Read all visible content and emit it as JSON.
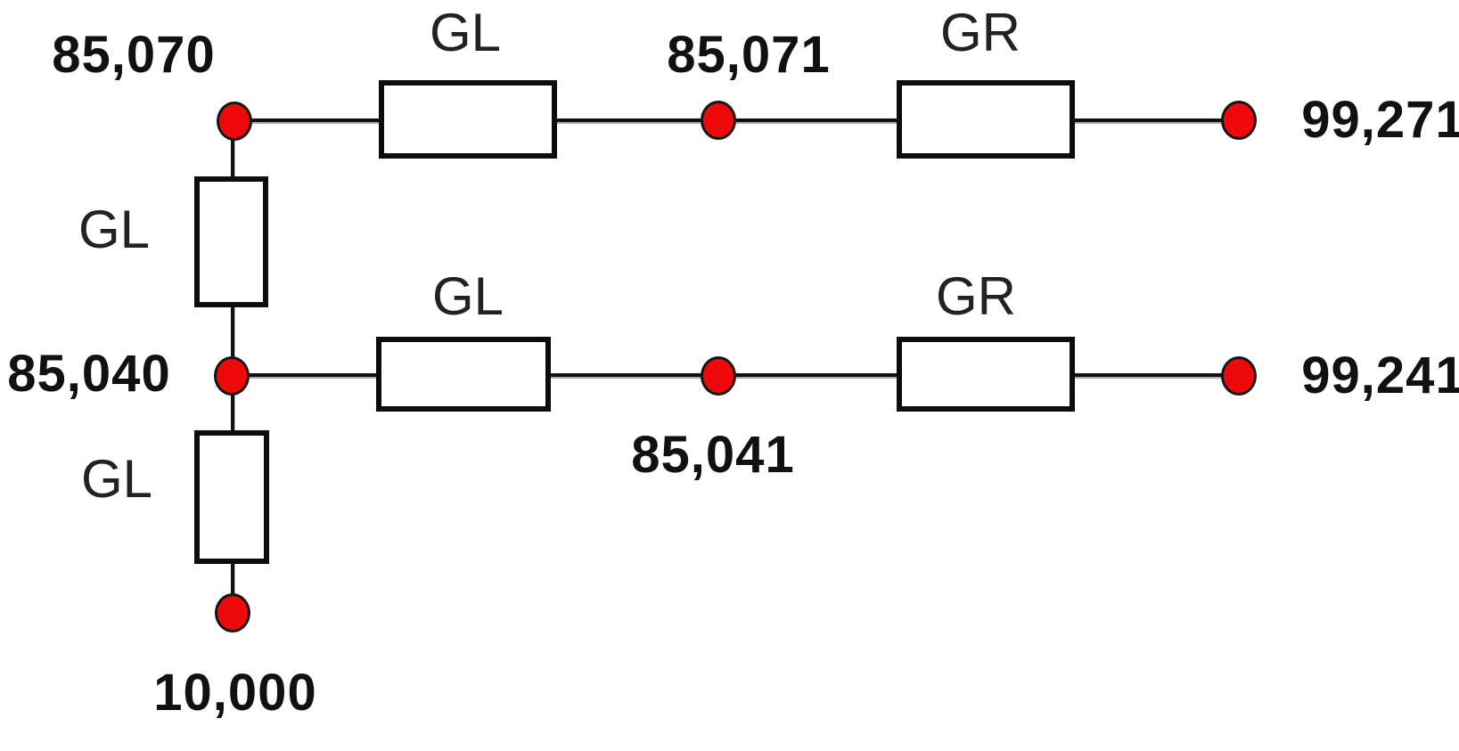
{
  "diagram": {
    "description": "Conductance/resistor ladder network with red connection nodes",
    "colors": {
      "background": "#ffffff",
      "node_fill": "#ee0a0a",
      "node_outline": "#151515",
      "wire": "#101010",
      "box_border": "#0d0d0d",
      "box_fill": "#ffffff",
      "label_text": "#111111"
    },
    "nodes": {
      "n_85070": {
        "label": "85,070"
      },
      "n_85071": {
        "label": "85,071"
      },
      "n_99271": {
        "label": "99,271"
      },
      "n_85040": {
        "label": "85,040"
      },
      "n_85041": {
        "label": "85,041"
      },
      "n_99241": {
        "label": "99,241"
      },
      "n_10000": {
        "label": "10,000"
      }
    },
    "resistors": {
      "top_gl": {
        "label": "GL"
      },
      "top_gr": {
        "label": "GR"
      },
      "mid_gl": {
        "label": "GL"
      },
      "mid_gr": {
        "label": "GR"
      },
      "left_upper_gl": {
        "label": "GL"
      },
      "left_lower_gl": {
        "label": "GL"
      }
    }
  }
}
